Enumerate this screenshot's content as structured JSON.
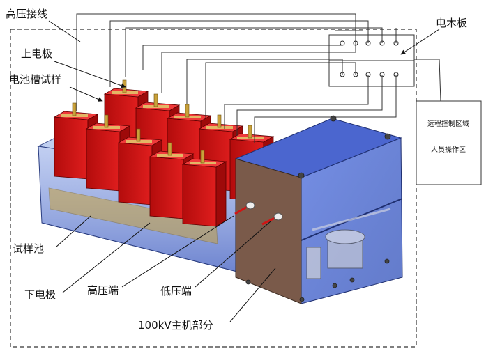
{
  "labels": {
    "hv_wire": "高压接线",
    "upper_electrode": "上电极",
    "cell_sample": "电池槽试样",
    "test_tank": "试样池",
    "lower_electrode": "下电极",
    "hv_terminal": "高压端",
    "lv_terminal": "低压端",
    "main_unit": "100kV主机部分",
    "wood_board": "电木板"
  },
  "control_box": {
    "line1": "远程控制区域",
    "line2": "人员操作区"
  },
  "colors": {
    "tank": "#5b79c9",
    "cell_red": "#d11414",
    "main_unit_front": "#7a5a4a",
    "main_unit_glass": "#3f5fc8",
    "electrode_brass": "#c9a13a"
  }
}
